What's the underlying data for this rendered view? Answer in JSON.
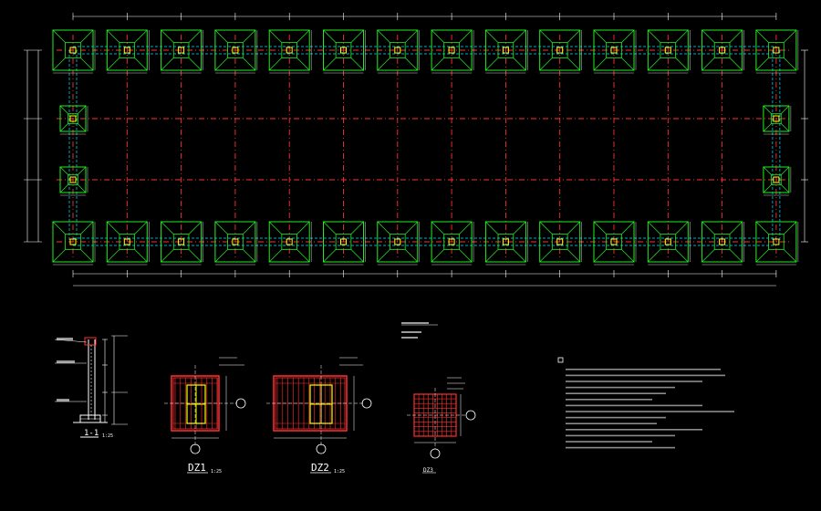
{
  "colors": {
    "background": "#000000",
    "footing": "#22ee22",
    "axis": "#ff3030",
    "dimension": "#ffffff",
    "tie_beam": "#00e5ff",
    "column": "#ffff00",
    "rebar": "#ff3030",
    "text": "#ffffff"
  },
  "plan": {
    "footings_per_long_row": 14,
    "footings_per_short_column": 2
  },
  "details": {
    "section_mark": "1-1",
    "section_scale": "1:25",
    "dz1_label": "DZ1",
    "dz1_scale": "1:25",
    "dz2_label": "DZ2",
    "dz2_scale": "1:25",
    "dz3_label": "DZ3"
  }
}
